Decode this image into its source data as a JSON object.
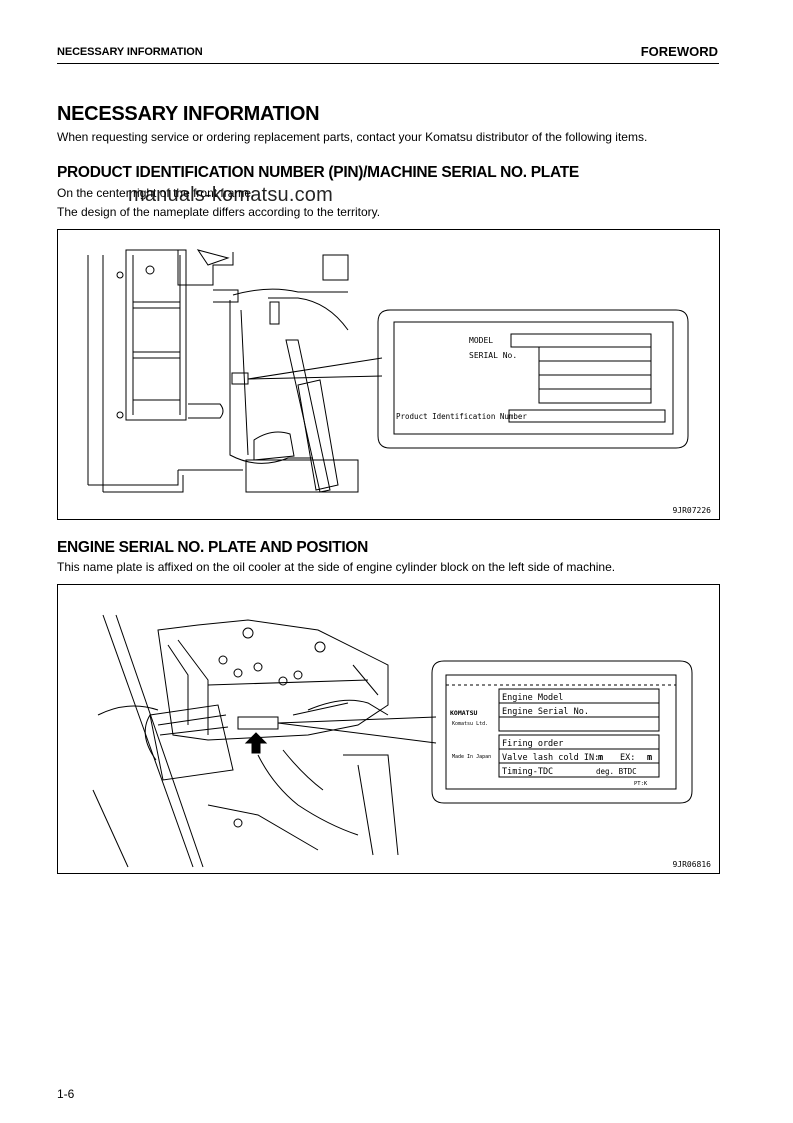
{
  "header": {
    "section": "NECESSARY INFORMATION",
    "chapter": "FOREWORD"
  },
  "title": "NECESSARY INFORMATION",
  "intro": "When requesting service or ordering replacement parts, contact your Komatsu distributor of the following items.",
  "watermark": "manuals-komatsu.com",
  "section1": {
    "heading": "PRODUCT IDENTIFICATION NUMBER (PIN)/MACHINE SERIAL NO. PLATE",
    "line1": "On the center right of the front frame.",
    "line2": "The design of the nameplate differs according to the territory.",
    "figure": {
      "code": "9JR07226",
      "plate": {
        "model_label": "MODEL",
        "serial_label": "SERIAL No.",
        "pin_label": "Product Identification Number"
      }
    }
  },
  "section2": {
    "heading": "ENGINE SERIAL NO. PLATE AND POSITION",
    "line1": "This name plate is affixed on the oil cooler at the side of engine cylinder block on the left side of machine.",
    "figure": {
      "code": "9JR06816",
      "plate": {
        "brand": "KOMATSU",
        "maker": "Komatsu Ltd.",
        "origin": "Made In Japan",
        "engine_model": "Engine Model",
        "engine_serial": "Engine Serial No.",
        "firing_order": "Firing order",
        "valve_lash": "Valve lash cold IN:",
        "valve_unit_in": "m",
        "valve_ex": "EX:",
        "valve_unit_ex": "m",
        "timing": "Timing-TDC",
        "timing_unit": "deg. BTDC",
        "plate_code": "PT:K"
      }
    }
  },
  "footer": {
    "page": "1-6"
  }
}
